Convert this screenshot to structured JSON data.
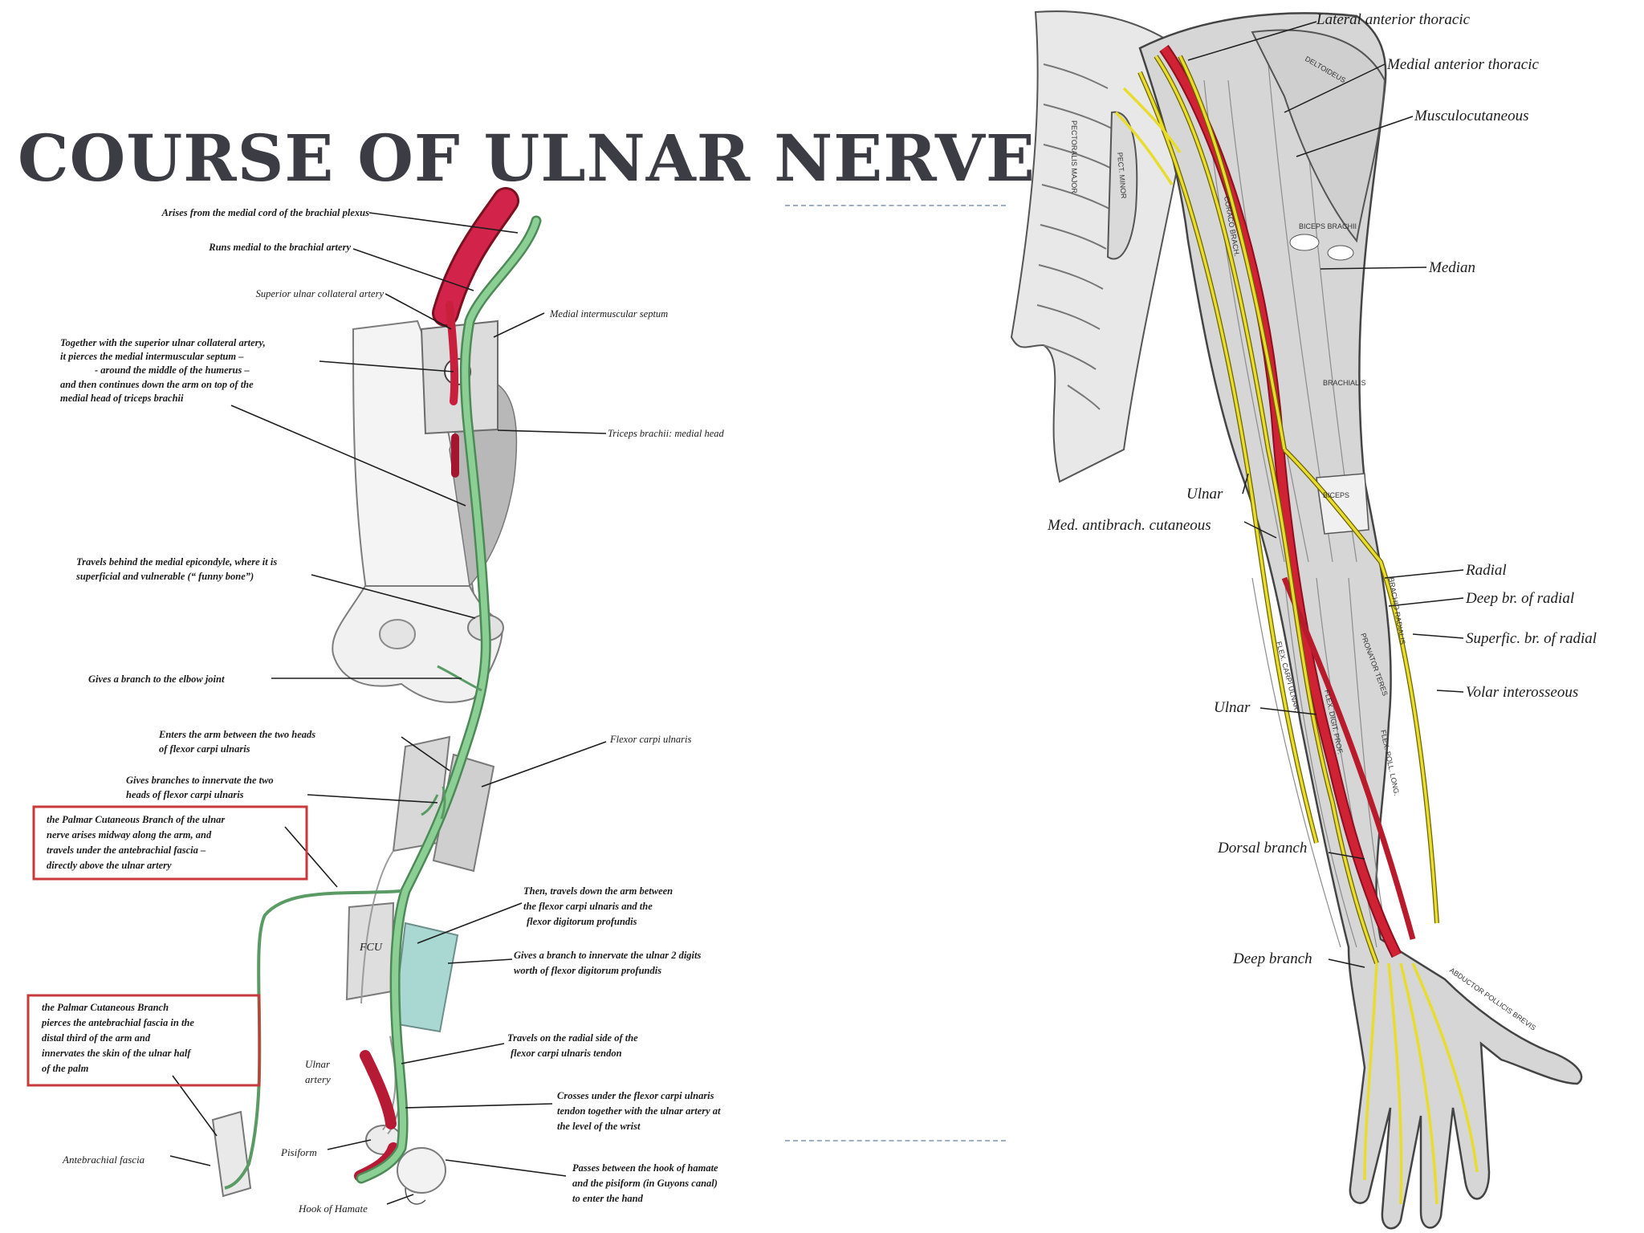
{
  "title": "COURSE OF ULNAR NERVE",
  "left_diagram": {
    "callouts": {
      "c1": "Arises from the medial cord of the brachial plexus",
      "c2": "Runs medial to the brachial artery",
      "c3": "Superior ulnar collateral artery",
      "c4": "Medial intermuscular septum",
      "c5_lines": [
        "Together with the superior ulnar collateral artery,",
        "it pierces the medial intermuscular septum –",
        "- around the middle of the humerus –",
        "and then continues down the arm on top of the",
        "medial head of triceps brachii"
      ],
      "c6": "Triceps brachii: medial head",
      "c7_lines": [
        "Travels behind the medial epicondyle, where it is",
        "superficial and vulnerable (“ funny bone”)"
      ],
      "c8": "Gives a branch to the elbow joint",
      "c9_lines": [
        "Enters the arm between the two heads",
        "of flexor carpi ulnaris"
      ],
      "c10": "Flexor carpi ulnaris",
      "c11_lines": [
        "Gives branches to innervate the two",
        "heads of flexor carpi ulnaris"
      ],
      "c12_lines": [
        "the Palmar Cutaneous Branch of the ulnar",
        "nerve arises midway along the arm, and",
        "travels under the antebrachial fascia –",
        "directly above the ulnar artery"
      ],
      "c13_lines": [
        "Then, travels down the arm between",
        "the flexor carpi ulnaris and the",
        "flexor digitorum profundis"
      ],
      "fcu": "FCU",
      "c14_lines": [
        "Gives a branch to innervate the ulnar 2 digits",
        "worth of flexor digitorum profundis"
      ],
      "c15_lines": [
        "the Palmar Cutaneous Branch",
        "pierces the antebrachial fascia in the",
        "distal third of the arm and",
        "innervates the skin of the ulnar half",
        "of the palm"
      ],
      "c16_lines": [
        "Travels on the radial side of the",
        "flexor carpi ulnaris tendon"
      ],
      "c17_lines": [
        "Ulnar",
        "artery"
      ],
      "c18_lines": [
        "Crosses under the flexor carpi ulnaris",
        "tendon together with the ulnar artery at",
        "the level of the wrist"
      ],
      "c19": "Pisiform",
      "c20": "Antebrachial fascia",
      "c21_lines": [
        "Passes between the hook of hamate",
        "and the pisiform (in Guyons canal)",
        "to enter the hand"
      ],
      "c22": "Hook of Hamate"
    }
  },
  "right_diagram": {
    "labels": {
      "r1": "Lateral anterior thoracic",
      "r2": "Medial anterior thoracic",
      "r3": "Musculocutaneous",
      "r4": "Median",
      "r5": "Ulnar",
      "r6": "Med. antibrach. cutaneous",
      "r7": "Radial",
      "r8": "Deep br. of radial",
      "r9": "Superfic. br. of radial",
      "r10": "Volar interosseous",
      "r11": "Ulnar",
      "r12": "Dorsal branch",
      "r13": "Deep branch"
    },
    "muscle_labels": [
      "DELTOIDEUS",
      "PECTORALIS MAJOR",
      "PECT. MINOR",
      "CORACO BRACH.",
      "BICEPS BRACHII",
      "BRACHIALIS",
      "BICEPS",
      "BRACHIO RADIALIS",
      "FLEX. CARPI ULNAR.",
      "FLEX. DIGIT. PROF.",
      "PRONATOR TERES",
      "FLEX. POLL. LONG.",
      "ABDUCTOR POLLICIS BREVIS"
    ]
  },
  "colors": {
    "artery": "#c8203c",
    "nerve_green": "#7fc08a",
    "nerve_yellow": "#e2d62b",
    "callout_box": "#c83a3a",
    "title": "#3c3c44"
  }
}
